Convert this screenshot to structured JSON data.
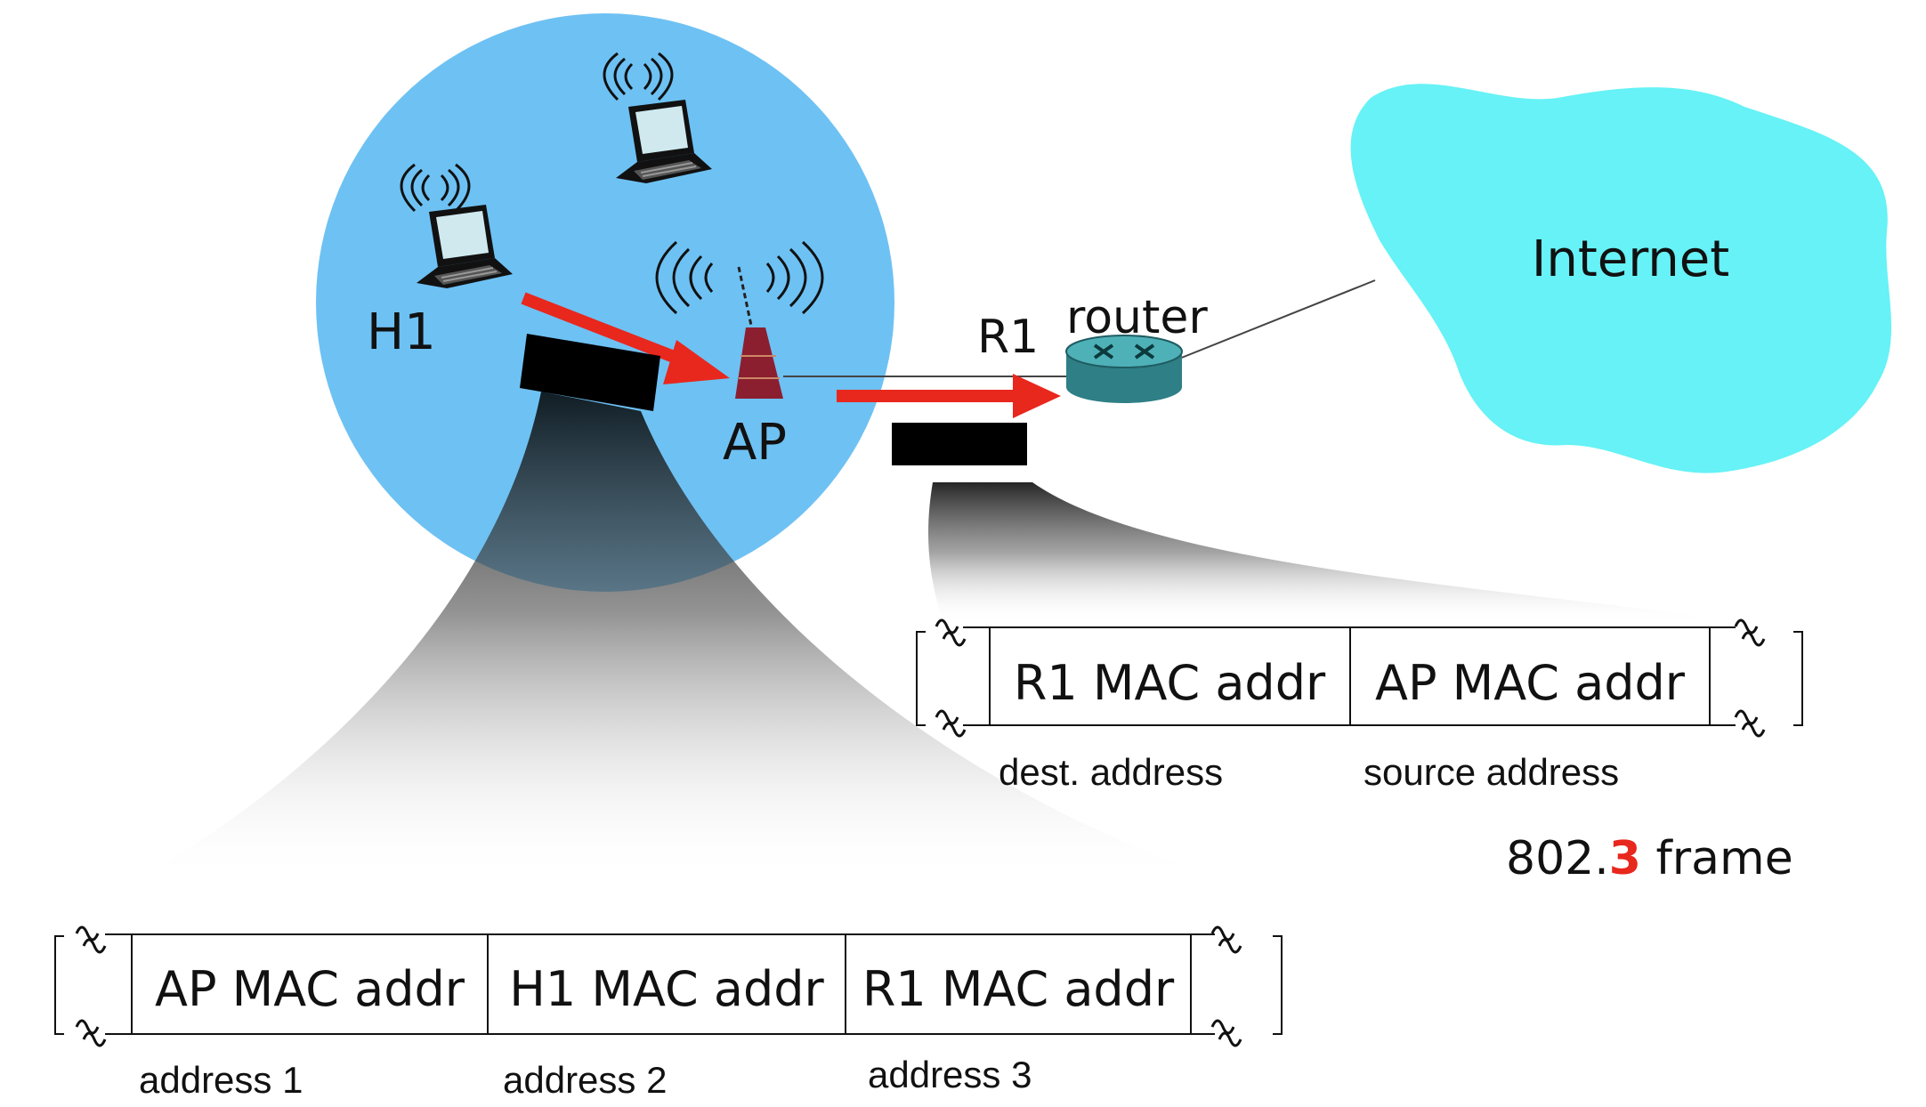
{
  "nodes": {
    "h1": "H1",
    "ap": "AP",
    "r1": "R1",
    "router": "router",
    "internet": "Internet"
  },
  "frame_8023": {
    "fields": [
      "R1 MAC addr",
      "AP MAC addr"
    ],
    "field_captions": [
      "dest. address",
      "source address"
    ],
    "caption_prefix": "802.",
    "caption_highlight": "3",
    "caption_suffix": " frame",
    "highlight_color": "#e8271d"
  },
  "frame_80211": {
    "fields": [
      "AP MAC addr",
      "H1 MAC addr",
      "R1 MAC addr"
    ],
    "field_captions": [
      "address 1",
      "address 2",
      "address 3"
    ]
  },
  "colors": {
    "bss_circle": "#6ec1f3",
    "internet_cloud": "#66f2f6",
    "router": "#3f9ca2",
    "arrow": "#e8271d",
    "ap_tower": "#8b1f2f"
  },
  "icons": [
    "laptop-icon",
    "wireless-waves-icon",
    "access-point-icon",
    "router-icon",
    "cloud-icon",
    "frame-break-icon"
  ]
}
